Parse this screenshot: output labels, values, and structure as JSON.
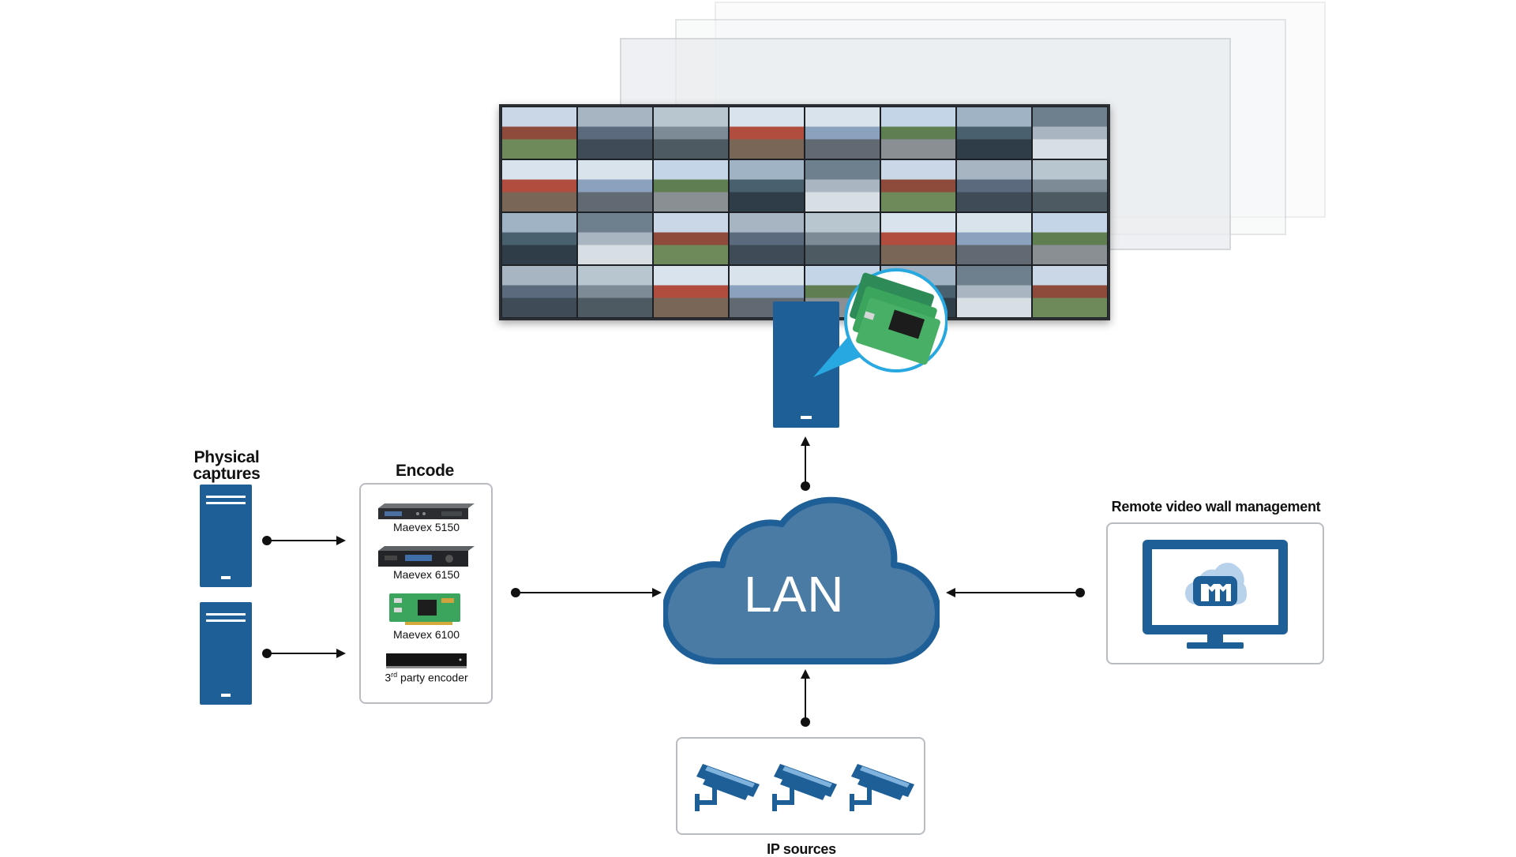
{
  "labels": {
    "physical_captures_line1": "Physical",
    "physical_captures_line2": "captures",
    "encode": "Encode",
    "remote_management": "Remote video wall management",
    "ip_sources": "IP sources",
    "lan": "LAN"
  },
  "encoders": [
    {
      "name": "Maevex 5150",
      "icon": "encoder-appliance-icon"
    },
    {
      "name": "Maevex 6150",
      "icon": "encoder-appliance-icon"
    },
    {
      "name": "Maevex 6100",
      "icon": "encoder-card-icon"
    },
    {
      "name_prefix": "3",
      "name_sup": "rd",
      "name_suffix": " party encoder",
      "icon": "encoder-box-icon"
    }
  ],
  "icons": {
    "server": "server-tower-icon",
    "cloud": "cloud-icon",
    "monitor": "monitor-icon",
    "camera": "security-camera-icon",
    "logo": "matrox-m-logo"
  },
  "colors": {
    "brand_blue": "#1f5f98",
    "cloud_fill": "#4a7ba5",
    "cloud_outline": "#1f5f98",
    "panel_border": "#b9bcc0",
    "arrow": "#111111"
  }
}
